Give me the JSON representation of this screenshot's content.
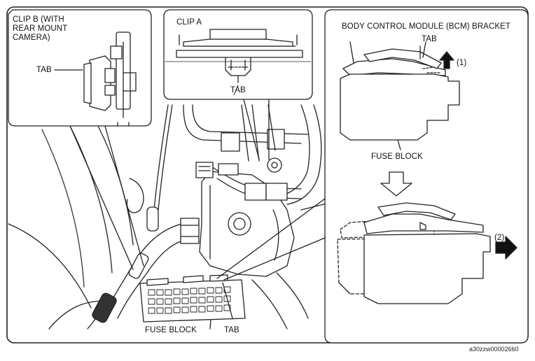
{
  "labels": {
    "clip_b": "CLIP B (WITH\nREAR MOUNT\nCAMERA)",
    "clip_b_tab": "TAB",
    "clip_a": "CLIP A",
    "clip_a_tab": "TAB",
    "bcm_bracket": "BODY CONTROL MODULE (BCM) BRACKET",
    "bcm_tab": "TAB",
    "step_1": "(1)",
    "fuse_block_right": "FUSE BLOCK",
    "step_2": "(2)",
    "fuse_block_bottom": "FUSE BLOCK",
    "bottom_tab": "TAB"
  },
  "figure_code": "a30zzw00002660"
}
